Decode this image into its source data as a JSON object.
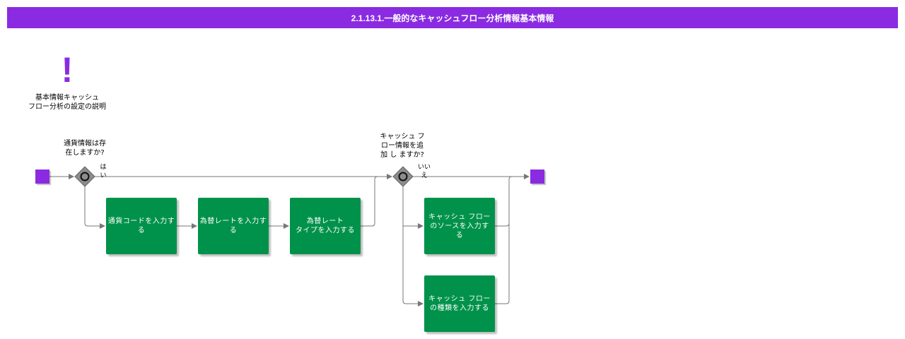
{
  "header": {
    "title": "2.1.13.1.一般的なキャッシュフロー分析情報基本情報"
  },
  "note": {
    "icon": "exclamation-icon",
    "symbol": "!",
    "text": "基本情報キャッシュ\nフロー分析の設定の説明"
  },
  "gateway1": {
    "question": "通貨情報は存\n在しますか?",
    "yes_label": "は\nい"
  },
  "gateway2": {
    "question": "キャッシュ フ\nロー情報を追\n加 し ますか?",
    "no_label": "いい\nえ"
  },
  "tasks": [
    {
      "label": "通貨コードを入力する"
    },
    {
      "label": "為替レートを入力する"
    },
    {
      "label": "為替レート\nタイプを入力する"
    },
    {
      "label": "キャッシュ フロー\nのソースを入力す\nる"
    },
    {
      "label": "キャッシュ フロー\nの種類を入力する"
    }
  ],
  "colors": {
    "accent": "#8a2be2",
    "task": "#00924a",
    "gateway": "#8c8c8c",
    "line": "#777777"
  }
}
